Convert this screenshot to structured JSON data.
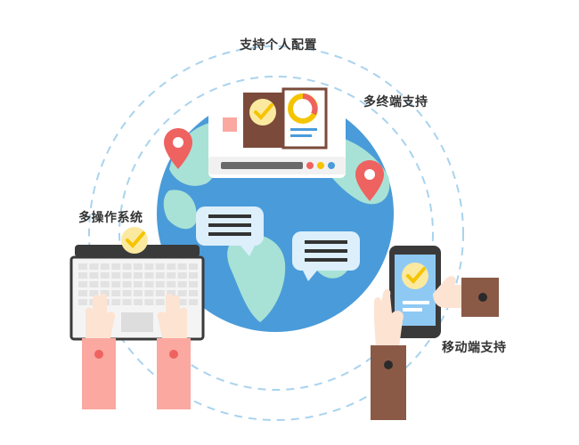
{
  "labels": {
    "personal_config": "支持个人配置",
    "multi_terminal": "多终端支持",
    "multi_os": "多操作系统",
    "mobile": "移动端支持"
  },
  "colors": {
    "ocean": "#4A9BD9",
    "land": "#A8E2D6",
    "dashed_ring": "#A9D3EE",
    "pin": "#EE6260",
    "check_circle": "#FBE9A0",
    "check_mark": "#F5C400",
    "sleeve_pink": "#FAA8A0",
    "sleeve_brown": "#8B5A47",
    "skin": "#FCE3D2",
    "device_dark": "#3A3A3A",
    "screen_blue": "#8EC9F4",
    "chat_bubble": "#DCEFFB"
  },
  "icons": [
    "map-pin-icon",
    "check-icon",
    "chat-bubble-icon",
    "gear-icon"
  ]
}
